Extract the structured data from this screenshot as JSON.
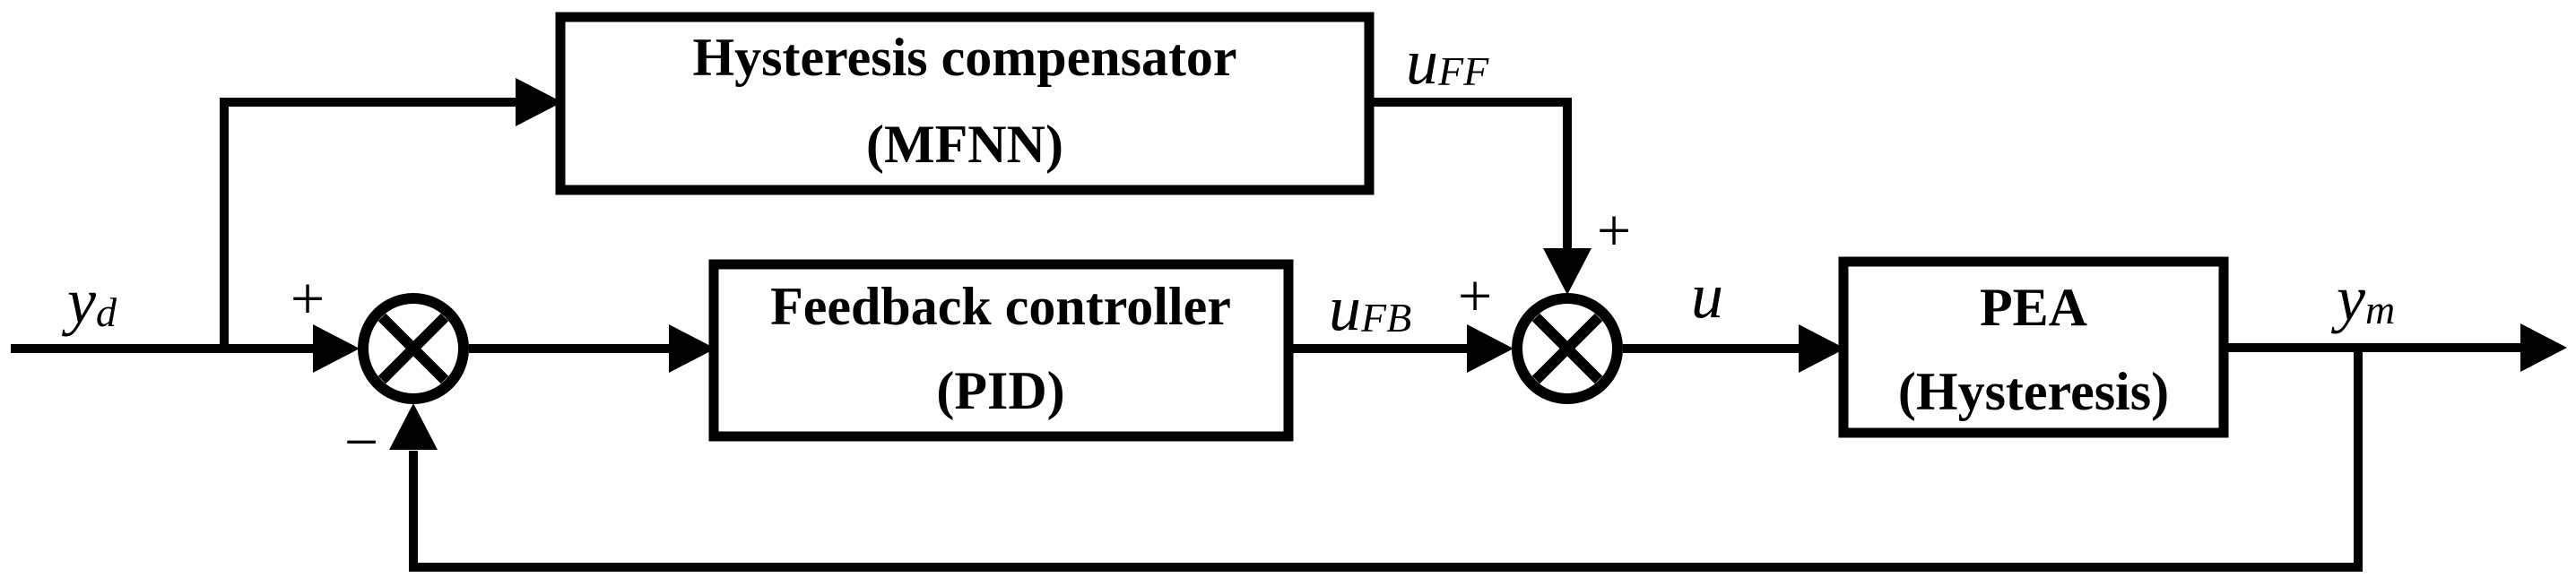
{
  "figure": {
    "background": "#ffffff",
    "line_color": "#000000",
    "blocks": {
      "hysteresis_compensator": {
        "line1": "Hysteresis compensator",
        "line2": "(MFNN)"
      },
      "feedback_controller": {
        "line1": "Feedback controller",
        "line2": "(PID)"
      },
      "pea": {
        "line1": "PEA",
        "line2": "(Hysteresis)"
      }
    },
    "signals": {
      "reference": {
        "base": "y",
        "sub": "d"
      },
      "feedforward": {
        "base": "u",
        "sub": "FF"
      },
      "feedback": {
        "base": "u",
        "sub": "FB"
      },
      "control": {
        "base": "u"
      },
      "measured": {
        "base": "y",
        "sub": "m"
      }
    },
    "operators": {
      "sum1_plus": "+",
      "sum1_minus": "−",
      "sum2_plus_feedforward": "+",
      "sum2_plus_feedback": "+"
    }
  }
}
